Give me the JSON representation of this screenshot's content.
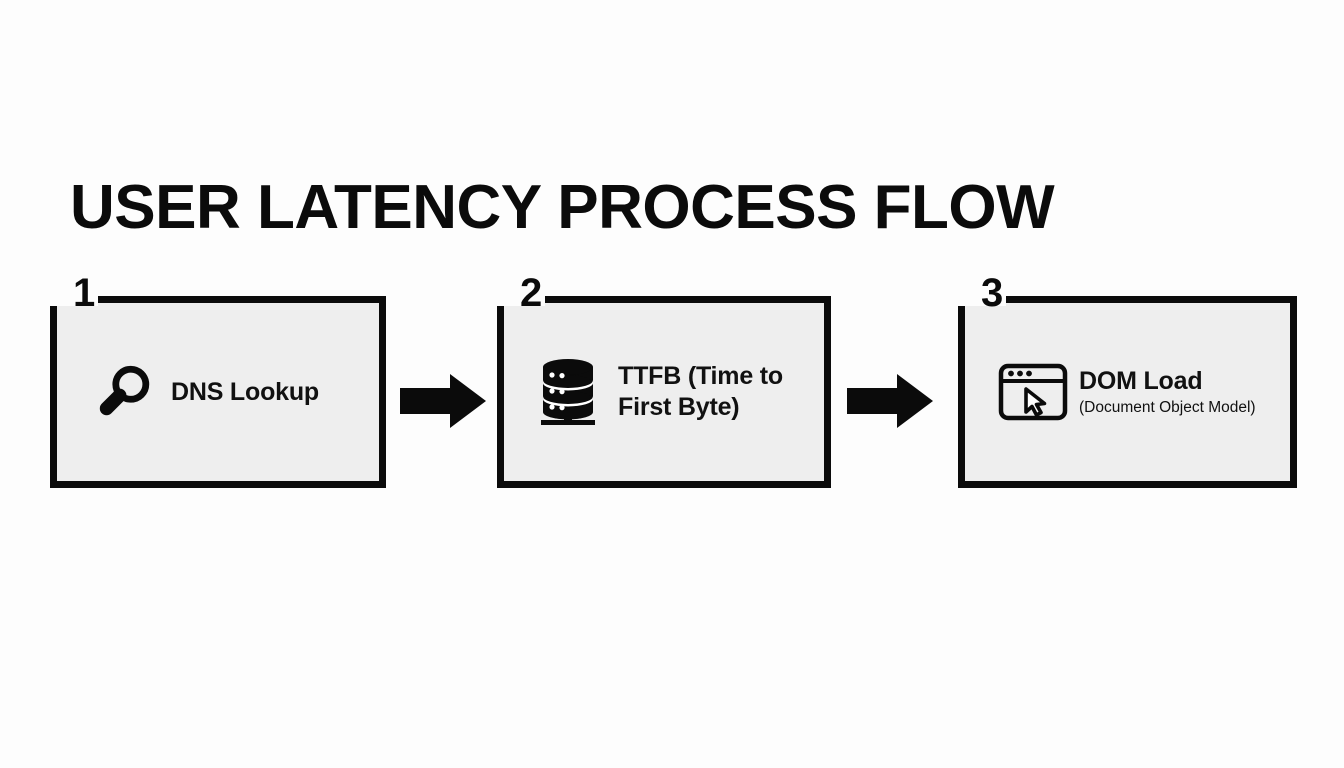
{
  "page": {
    "title": "USER LATENCY PROCESS FLOW",
    "background_color": "#fdfdfd",
    "ink_color": "#0b0b0b",
    "box_fill_color": "#eeeeee"
  },
  "flow": {
    "steps": [
      {
        "number": "1",
        "icon": "magnifier-icon",
        "label": "DNS Lookup",
        "sublabel": ""
      },
      {
        "number": "2",
        "icon": "database-stack-icon",
        "label": "TTFB (Time to First Byte)",
        "sublabel": ""
      },
      {
        "number": "3",
        "icon": "browser-window-cursor-icon",
        "label": "DOM Load",
        "sublabel": "(Document Object Model)"
      }
    ],
    "connectors": [
      {
        "icon": "arrow-right-icon",
        "from": "1",
        "to": "2"
      },
      {
        "icon": "arrow-right-icon",
        "from": "2",
        "to": "3"
      }
    ]
  }
}
